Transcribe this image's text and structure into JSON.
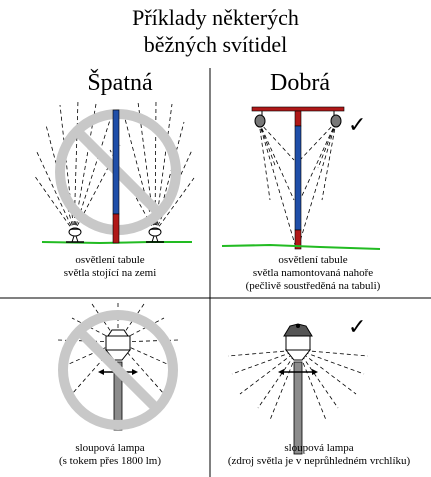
{
  "title": {
    "line1": "Příklady některých",
    "line2": "běžných svítidel"
  },
  "columns": {
    "bad": "Špatná",
    "good": "Dobrá"
  },
  "panels": {
    "top_left": {
      "caption_line1": "osvětlení tabule",
      "caption_line2": "světla stojící na zemi"
    },
    "top_right": {
      "caption_line1": "osvětlení tabule",
      "caption_line2": "světla namontovaná nahoře",
      "caption_line3": "(pečlivě soustředěná na tabuli)"
    },
    "bottom_left": {
      "caption_line1": "sloupová lampa",
      "caption_line2": "(s tokem přes 1800 lm)"
    },
    "bottom_right": {
      "caption_line1": "sloupová lampa",
      "caption_line2": "(zdroj světla je v neprůhledném vrchlíku)"
    }
  },
  "marks": {
    "check": "✓"
  },
  "colors": {
    "prohibition": "#c8c8c8",
    "pole_blue": "#1f4ea8",
    "pole_red": "#b01818",
    "ground": "#22bb22",
    "lamp_pole": "#8c8c8c"
  }
}
